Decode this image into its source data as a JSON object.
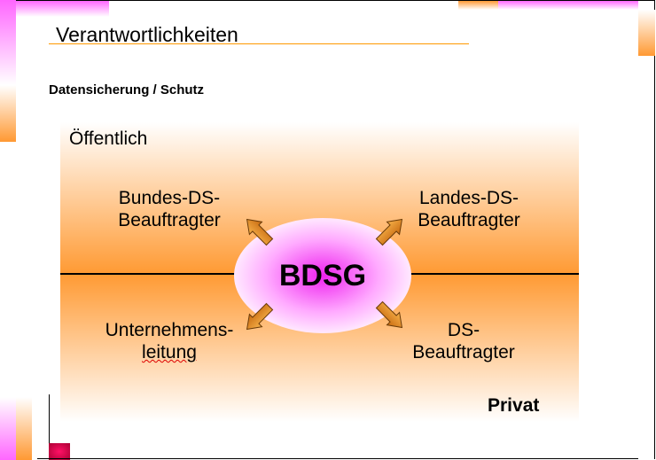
{
  "title": "Verantwortlichkeiten",
  "subtitle": "Datensicherung / Schutz",
  "diagram": {
    "top_label": "Öffentlich",
    "bottom_label": "Privat",
    "center": "BDSG",
    "nodes": {
      "top_left": [
        "Bundes-DS-",
        "Beauftragter"
      ],
      "top_right": [
        "Landes-DS-",
        "Beauftragter"
      ],
      "bottom_left": [
        "Unternehmens-",
        "leitung"
      ],
      "bottom_right": [
        "DS-",
        "Beauftragter"
      ]
    },
    "colors": {
      "accent_orange": "#ff9933",
      "accent_magenta": "#ff66ff",
      "arrow": "#e08a1e"
    }
  }
}
